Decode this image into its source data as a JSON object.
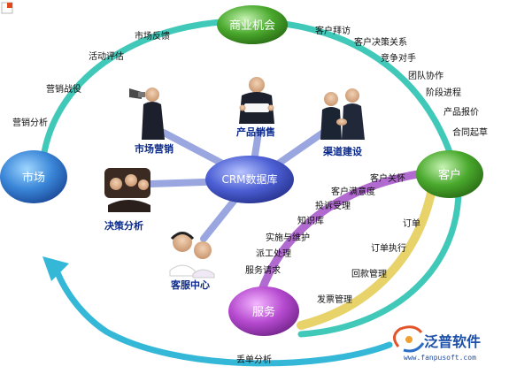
{
  "nodes": {
    "market": "市场",
    "opportunity": "商业机会",
    "customer": "客户",
    "service": "服务",
    "crm": "CRM数据库"
  },
  "outer_left_labels": [
    "市场反馈",
    "活动评估",
    "营销战役",
    "营销分析"
  ],
  "outer_right_labels": [
    "客户拜访",
    "客户决策关系",
    "竞争对手",
    "团队协作",
    "阶段进程",
    "产品报价",
    "合同起草"
  ],
  "bottom_label": "丢单分析",
  "purple_labels": [
    "客户关怀",
    "客户满意度",
    "投诉受理",
    "知识库",
    "实施与维护",
    "派工处理",
    "服务请求"
  ],
  "yellow_labels": [
    "订单",
    "订单执行",
    "回款管理",
    "发票管理"
  ],
  "modules": {
    "marketing": "市场营销",
    "product_sales": "产品销售",
    "channel": "渠道建设",
    "decision": "决策分析",
    "service_center": "客服中心"
  },
  "brand": {
    "name": "泛普软件",
    "url": "www.fanpusoft.com"
  },
  "colors": {
    "ring": "#40c8b8",
    "arrow": "#35b8d8",
    "purple": "#b06ad0",
    "yellow": "#e8d36a",
    "spoke": "#9aa6e0"
  }
}
